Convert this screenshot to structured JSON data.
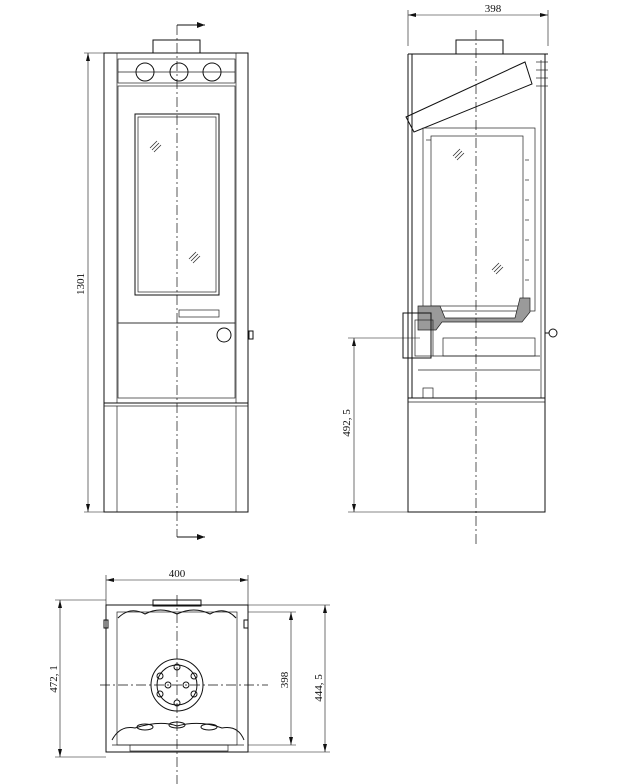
{
  "dimensions": {
    "front_height": "1301",
    "side_width": "398",
    "side_base_height": "492, 5",
    "top_width": "400",
    "top_depth_inner": "398",
    "top_depth_total": "444, 5",
    "top_left_depth": "472, 1"
  },
  "colors": {
    "line": "#111111",
    "section_fill": "#9a9a9a"
  }
}
